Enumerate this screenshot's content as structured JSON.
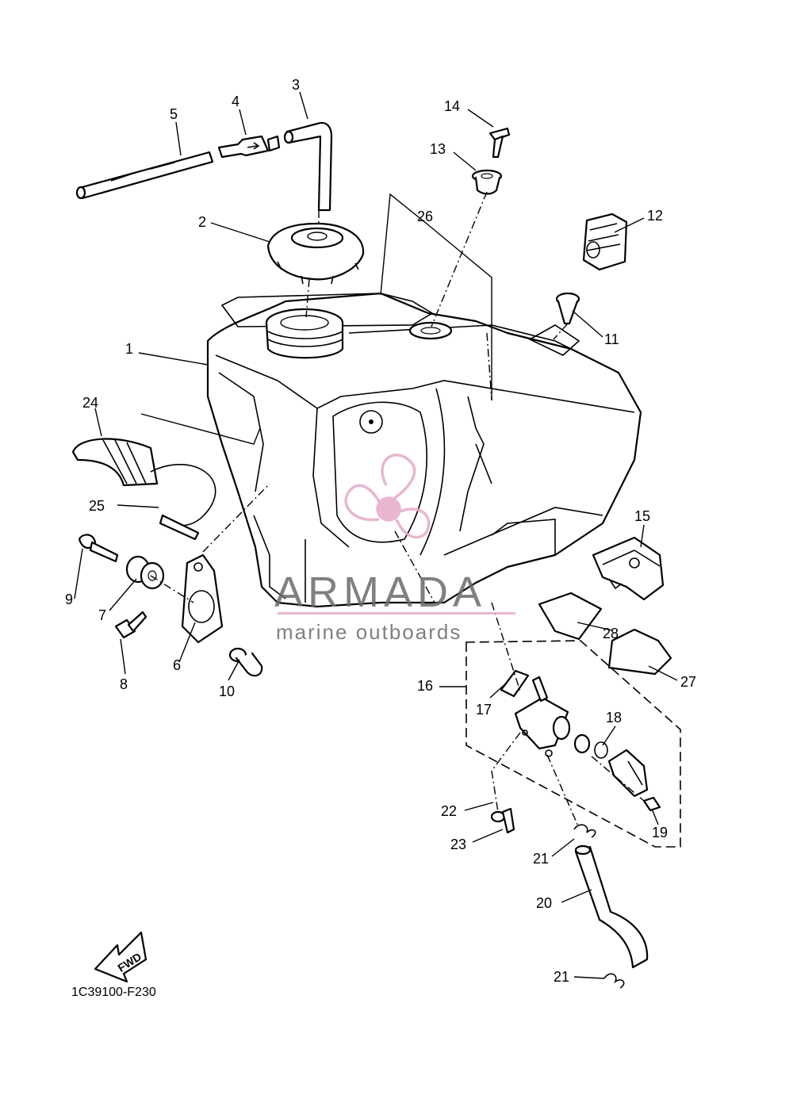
{
  "diagram_code": "1C39100-F230",
  "fwd_label": "FWD",
  "watermark": {
    "brand": "ARMADA",
    "tagline": "marine outboards",
    "color": "#e7a9c8"
  },
  "callouts": [
    "1",
    "2",
    "3",
    "4",
    "5",
    "6",
    "7",
    "8",
    "9",
    "10",
    "11",
    "12",
    "13",
    "14",
    "15",
    "16",
    "17",
    "18",
    "19",
    "20",
    "21",
    "21",
    "22",
    "23",
    "24",
    "25",
    "26",
    "27",
    "28"
  ]
}
